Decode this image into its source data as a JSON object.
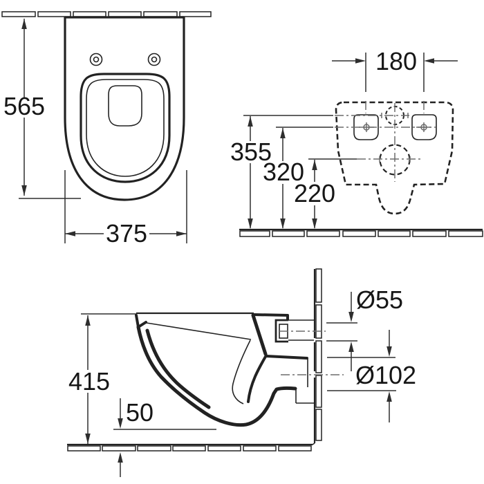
{
  "drawing": {
    "views": {
      "top": {
        "depth": "565",
        "width": "375"
      },
      "rear": {
        "hole_spacing": "180",
        "inlet_height": "355",
        "fixing_height": "320",
        "outlet_height": "220"
      },
      "side": {
        "height": "415",
        "clearance": "50",
        "inlet_diameter": "Ø55",
        "outlet_diameter": "Ø102"
      }
    },
    "colors": {
      "line": "#222222",
      "dimension": "#2e2e2e",
      "centerline": "#6b6b6b",
      "background": "#ffffff"
    }
  }
}
